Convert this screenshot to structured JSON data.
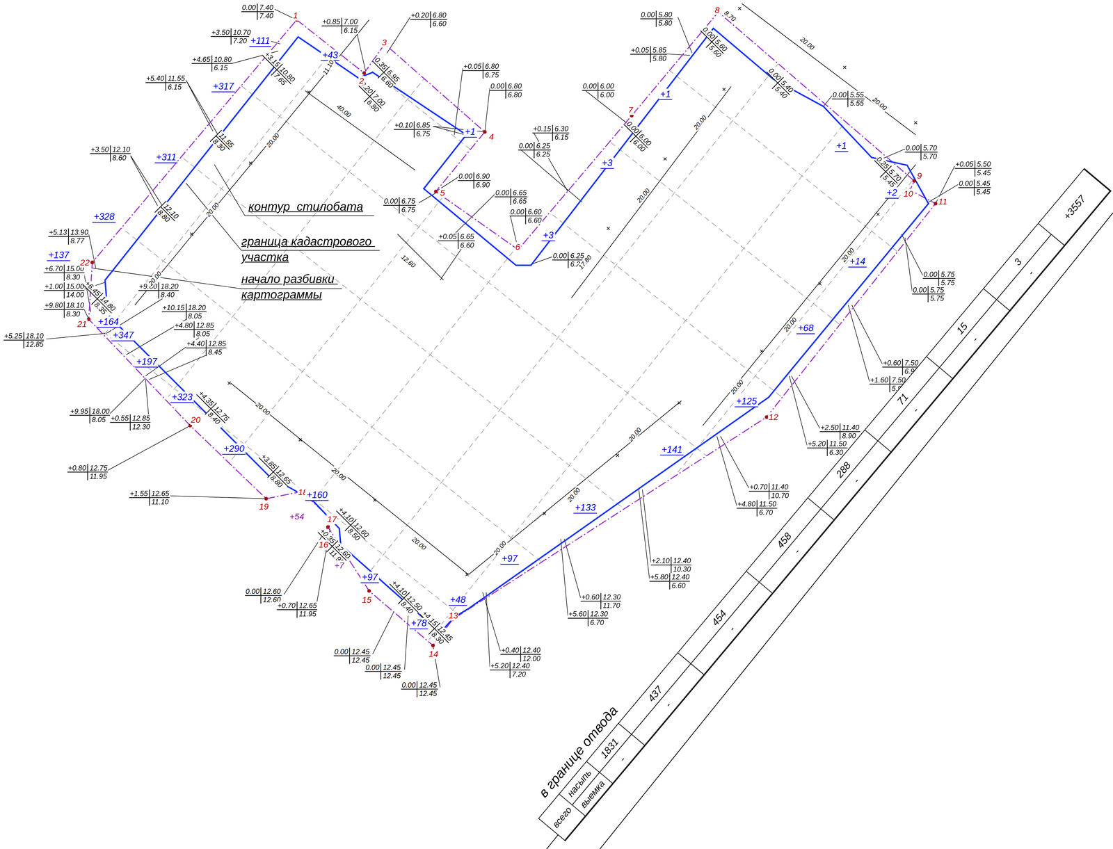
{
  "diagram": {
    "labels": [
      "0.00",
      "7.40",
      "7.40",
      "+3.50",
      "10.70",
      "7.20",
      "+4.65",
      "10.80",
      "6.15",
      "+5.40",
      "11.55",
      "6.15",
      "+3.50",
      "12.10",
      "8.60",
      "+5.13",
      "13.90",
      "8.77",
      "+6.70",
      "15.00",
      "8.30",
      "+1.00",
      "15.00",
      "14.00",
      "+9.80",
      "18.10",
      "8.30",
      "+5.25",
      "18.10",
      "12.85",
      "+9.80",
      "18.20",
      "8.40",
      "+10.15",
      "18.20",
      "8.05",
      "+4.80",
      "12.85",
      "8.05",
      "+4.40",
      "12.85",
      "8.45",
      "+9.95",
      "18.00",
      "8.05",
      "+0.55",
      "12.85",
      "12.30",
      "+0.80",
      "12.75",
      "11.95",
      "+1.55",
      "12.65",
      "11.10",
      "0.00",
      "12.60",
      "12.60",
      "+0.70",
      "12.65",
      "11.95",
      "0.00",
      "12.45",
      "12.45",
      "0.00",
      "12.45",
      "12.45",
      "0.00",
      "12.45",
      "12.45",
      "+0.40",
      "12.40",
      "12.00",
      "+5.20",
      "12.40",
      "7.20",
      "+0.60",
      "12.30",
      "11.70",
      "+5.60",
      "12.30",
      "6.70",
      "+2.10",
      "12.40",
      "10.30",
      "+5.80",
      "12.40",
      "6.60",
      "+0.70",
      "11.40",
      "10.70",
      "+4.80",
      "11.50",
      "6.70",
      "+2.50",
      "11.40",
      "8.90",
      "+5.20",
      "11.50",
      "6.30",
      "+0.60",
      "7.50",
      "6.90",
      "+1.60",
      "7.50",
      "5.90",
      "0.00",
      "5.75",
      "5.75",
      "0.00",
      "5.75",
      "5.75",
      "+0.05",
      "5.50",
      "5.45",
      "0.00",
      "5.45",
      "5.45",
      "0.00",
      "5.70",
      "5.70",
      "0.00",
      "5.55",
      "5.55",
      "0.00",
      "5.80",
      "5.80",
      "+0.05",
      "5.85",
      "5.80",
      "0.00",
      "6.00",
      "6.00",
      "+0.15",
      "6.30",
      "6.15",
      "0.00",
      "6.25",
      "6.25",
      "0.00",
      "6.65",
      "6.65",
      "0.00",
      "6.60",
      "6.60",
      "+0.05",
      "6.65",
      "6.60",
      "0.00",
      "6.25",
      "6.25",
      "0.00",
      "6.90",
      "6.90",
      "0.00",
      "6.75",
      "6.75",
      "+0.10",
      "6.85",
      "6.75",
      "+0.05",
      "6.80",
      "6.75",
      "0.00",
      "6.80",
      "6.80",
      "+0.20",
      "6.80",
      "6.60",
      "+0.85",
      "7.00",
      "6.15",
      "+3.15",
      "10.80",
      "7.65",
      "11.55",
      "8.30",
      "12.10",
      "8.80",
      "+6.45",
      "14.80",
      "8.35",
      "+4.35",
      "12.75",
      "8.40",
      "+3.85",
      "12.65",
      "8.80",
      "+4.10",
      "12.60",
      "8.50",
      "+0.35",
      "12.60",
      "11.95",
      "+4.10",
      "12.50",
      "8.40",
      "+4.15",
      "12.45",
      "8.30",
      "0.35",
      "6.95",
      "6.60",
      "0.20",
      "7.00",
      "6.80",
      "0.00",
      "6.00",
      "6.00",
      "0.00",
      "5.60",
      "5.60",
      "0.00",
      "5.40",
      "5.40",
      "0.25",
      "5.70",
      "5.45",
      "1",
      "2",
      "3",
      "4",
      "5",
      "6",
      "7",
      "8",
      "9",
      "10",
      "11",
      "12",
      "13",
      "14",
      "15",
      "16",
      "17",
      "18",
      "19",
      "20",
      "21",
      "22",
      "+111",
      "+43",
      "+317",
      "+311",
      "+328",
      "+137",
      "+164",
      "+347",
      "+197",
      "+323",
      "+290",
      "+160",
      "+54",
      "+7",
      "+97",
      "+78",
      "+48",
      "+97",
      "+133",
      "+141",
      "+125",
      "+68",
      "+14",
      "+2",
      "+1",
      "+1",
      "+3",
      "+3",
      "+1",
      "8.70",
      "20.00",
      "20.00",
      "11.10",
      "40.00",
      "20.00",
      "20.00",
      "20.00",
      "20.00",
      "20.00",
      "12.60",
      "17.80",
      "20.00",
      "20.00",
      "20.00",
      "20.00",
      "20.00",
      "20.00",
      "20.00",
      "20.00",
      "20.00",
      "контур  стилобата",
      "граница кадастрового участка",
      "начало разбивки картограммы",
      "в границе отвода",
      "всего",
      "насыпь",
      "выемка",
      "1831",
      "437",
      "454",
      "458",
      "288",
      "71",
      "15",
      "3",
      "+3557",
      "-",
      "-",
      "-",
      "-",
      "-",
      "-",
      "-",
      "-"
    ]
  }
}
